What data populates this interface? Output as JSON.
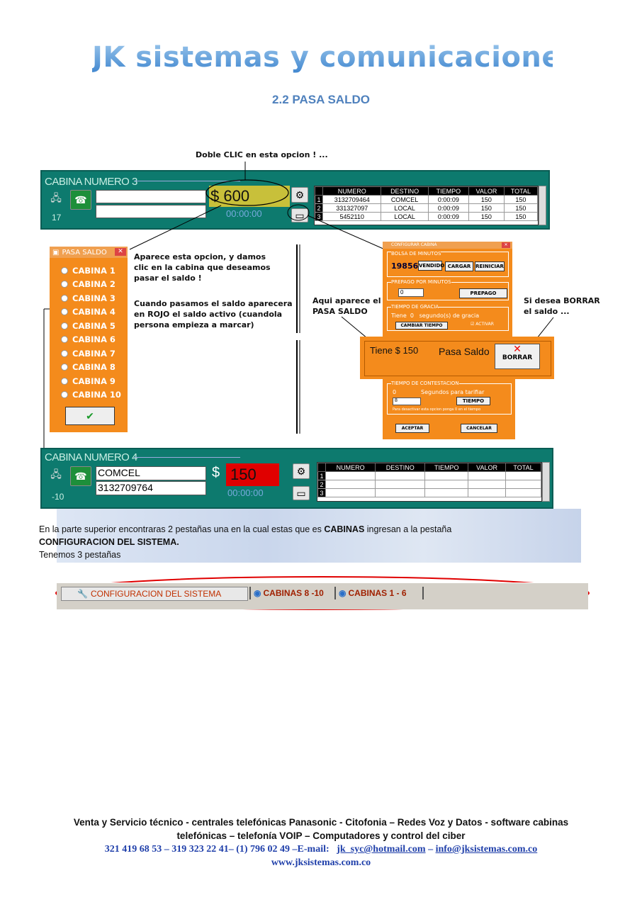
{
  "header": {
    "logo_text": "JK sistemas y comunicaciones",
    "section_title": "2.2 PASA SALDO"
  },
  "annotations": {
    "double_click": "Doble CLIC en esta opcion ! ...",
    "appears_line1": "Aparece esta opcion, y damos",
    "appears_line2": "clic en la cabina que deseamos",
    "appears_line3": "pasar el saldo !",
    "red_line1": "Cuando pasamos el saldo aparecera",
    "red_line2": "en ROJO el saldo activo (cuandola",
    "red_line3": "persona empieza a marcar)",
    "here_line1": "Aqui aparece el",
    "here_line2": "PASA SALDO",
    "delete_line1": "Si desea BORRAR",
    "delete_line2": "el saldo ..."
  },
  "cabina3": {
    "title": "CABINA NUMERO 3",
    "counter": "17",
    "amount": "$ 600",
    "timer": "00:00:00",
    "columns": [
      "NUMERO",
      "DESTINO",
      "TIEMPO",
      "VALOR",
      "TOTAL"
    ],
    "rows": [
      {
        "idx": "1",
        "numero": "3132709464",
        "destino": "COMCEL",
        "tiempo": "0:00:09",
        "valor": "150",
        "total": "150"
      },
      {
        "idx": "2",
        "numero": "331327097",
        "destino": "LOCAL",
        "tiempo": "0:00:09",
        "valor": "150",
        "total": "150"
      },
      {
        "idx": "3",
        "numero": "5452110",
        "destino": "LOCAL",
        "tiempo": "0:00:09",
        "valor": "150",
        "total": "150"
      }
    ]
  },
  "pasa_saldo_dialog": {
    "title": "PASA SALDO",
    "items": [
      "CABINA 1",
      "CABINA 2",
      "CABINA 3",
      "CABINA 4",
      "CABINA 5",
      "CABINA 6",
      "CABINA 7",
      "CABINA 8",
      "CABINA 9",
      "CABINA 10"
    ],
    "ok_symbol": "✔"
  },
  "config_dialog": {
    "title": "CONFIGURAR CABINA",
    "bolsa_label": "BOLSA DE MINUTOS",
    "bolsa_value": "19856",
    "btn_vendido": "VENDIDO",
    "btn_cargar": "CARGAR",
    "btn_reiniciar": "REINICIAR",
    "prepago_label": "PREPAGO POR MINUTOS",
    "prepago_value": "0",
    "btn_prepago": "PREPAGO",
    "gracia_label": "TIEMPO DE GRACIA",
    "gracia_text": "Tiene  0   segundo(s) de gracia",
    "btn_cambiar": "CAMBIAR TIEMPO",
    "activar": "ACTIVAR",
    "tiene_text": "Tiene $ 150",
    "pasa_saldo": "Pasa Saldo",
    "borrar": "BORRAR",
    "contestacion_label": "TIEMPO DE CONTESTACION",
    "contestacion_text": "Segundos para tarifiar",
    "contestacion_zero": "0",
    "contestacion_value": "8",
    "btn_tiempo": "TIEMPO",
    "hint": "Para desactivar esta opcion ponga 0 en el tiempo",
    "btn_aceptar": "ACEPTAR",
    "btn_cancelar": "CANCELAR"
  },
  "cabina4": {
    "title": "CABINA NUMERO 4",
    "counter": "-10",
    "destino": "COMCEL",
    "numero": "3132709764",
    "dollar": "$",
    "amount": "150",
    "timer": "00:00:00",
    "columns": [
      "NUMERO",
      "DESTINO",
      "TIEMPO",
      "VALOR",
      "TOTAL"
    ],
    "row_idx": [
      "1",
      "2",
      "3"
    ]
  },
  "body": {
    "line1_a": "En la parte superior encontraras 2 pestañas una en la cual estas que es ",
    "line1_b": "CABINAS",
    "line1_c": " ingresan a la pestaña",
    "line2": "CONFIGURACION DEL SISTEMA.",
    "line3": "Tenemos 3 pestañas"
  },
  "tabs": [
    {
      "label": "CONFIGURACION  DEL SISTEMA"
    },
    {
      "label": "CABINAS 8 -10"
    },
    {
      "label": "CABINAS 1 - 6"
    }
  ],
  "footer": {
    "line1": "Venta y Servicio técnico - centrales telefónicas Panasonic - Citofonia – Redes Voz y Datos - software cabinas",
    "line2": "telefónicas – telefonía VOIP – Computadores y control del ciber",
    "phones": "321 419 68 53 – 319 323 22 41– (1) 796 02 49 –E-mail:",
    "email1": "jk_syc@hotmail.com",
    "sep": "–",
    "email2": "info@jksistemas.com.co",
    "web": "www.jksistemas.com.co"
  },
  "colors": {
    "orange": "#f48b1c",
    "teal": "#0d7a6e",
    "red": "#e00000",
    "accent_blue": "#4f81bd"
  }
}
